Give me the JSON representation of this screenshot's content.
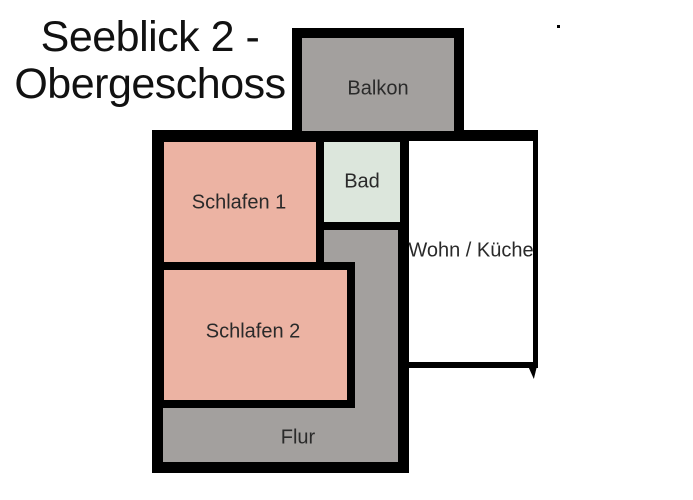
{
  "title": {
    "line1": "Seeblick 2 -",
    "line2": "Obergeschoss"
  },
  "rooms": {
    "balkon": {
      "label": "Balkon",
      "color": "#a3a09e"
    },
    "bad": {
      "label": "Bad",
      "color": "#dce6dc"
    },
    "schlafen_1": {
      "label": "Schlafen 1",
      "color": "#ecb3a3"
    },
    "schlafen_2": {
      "label": "Schlafen 2",
      "color": "#ecb3a3"
    },
    "wohn_kueche": {
      "label": "Wohn / Küche",
      "color": "#ffffff"
    },
    "flur": {
      "label": "Flur",
      "color": "#a3a09e"
    }
  },
  "colors": {
    "wall": "#000000",
    "corridor_gray": "#a3a09e",
    "bedroom_salmon": "#ecb3a3",
    "bath_mint": "#dce6dc",
    "living_white": "#ffffff",
    "background": "#ffffff",
    "text": "#2a2a2a",
    "title_text": "#111111"
  }
}
